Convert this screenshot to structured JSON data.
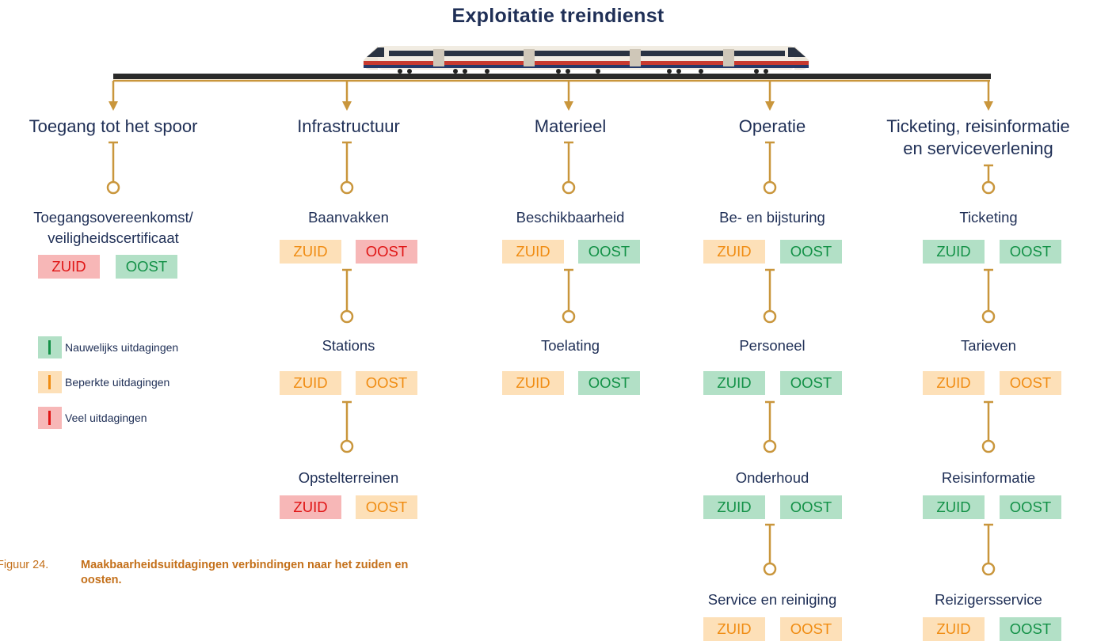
{
  "title": "Exploitatie treindienst",
  "colors": {
    "navy": "#1f2f56",
    "line": "#c9963c",
    "green_bg": "#b2e0c6",
    "green_fg": "#139147",
    "orange_bg": "#fde0b8",
    "orange_fg": "#f08c12",
    "red_bg": "#f7b7b7",
    "red_fg": "#e01515"
  },
  "columns": [
    {
      "heading": "Toegang tot het spoor",
      "items": [
        {
          "label": "Toegangsovereenkomst/\nveiligheidscertificaat",
          "zuid": "ZUID",
          "oost": "OOST",
          "zuid_level": "red",
          "oost_level": "green"
        }
      ]
    },
    {
      "heading": "Infrastructuur",
      "items": [
        {
          "label": "Baanvakken",
          "zuid": "ZUID",
          "oost": "OOST",
          "zuid_level": "orange",
          "oost_level": "red"
        },
        {
          "label": "Stations",
          "zuid": "ZUID",
          "oost": "OOST",
          "zuid_level": "orange",
          "oost_level": "orange"
        },
        {
          "label": "Opstelterreinen",
          "zuid": "ZUID",
          "oost": "OOST",
          "zuid_level": "red",
          "oost_level": "orange"
        }
      ]
    },
    {
      "heading": "Materieel",
      "items": [
        {
          "label": "Beschikbaarheid",
          "zuid": "ZUID",
          "oost": "OOST",
          "zuid_level": "orange",
          "oost_level": "green"
        },
        {
          "label": "Toelating",
          "zuid": "ZUID",
          "oost": "OOST",
          "zuid_level": "orange",
          "oost_level": "green"
        }
      ]
    },
    {
      "heading": "Operatie",
      "items": [
        {
          "label": "Be- en bijsturing",
          "zuid": "ZUID",
          "oost": "OOST",
          "zuid_level": "orange",
          "oost_level": "green"
        },
        {
          "label": "Personeel",
          "zuid": "ZUID",
          "oost": "OOST",
          "zuid_level": "green",
          "oost_level": "green"
        },
        {
          "label": "Onderhoud",
          "zuid": "ZUID",
          "oost": "OOST",
          "zuid_level": "green",
          "oost_level": "green"
        },
        {
          "label": "Service en reiniging",
          "zuid": "ZUID",
          "oost": "OOST",
          "zuid_level": "orange",
          "oost_level": "orange"
        }
      ]
    },
    {
      "heading": "Ticketing, reisinformatie\nen serviceverlening",
      "items": [
        {
          "label": "Ticketing",
          "zuid": "ZUID",
          "oost": "OOST",
          "zuid_level": "green",
          "oost_level": "green"
        },
        {
          "label": "Tarieven",
          "zuid": "ZUID",
          "oost": "OOST",
          "zuid_level": "orange",
          "oost_level": "orange"
        },
        {
          "label": "Reisinformatie",
          "zuid": "ZUID",
          "oost": "OOST",
          "zuid_level": "green",
          "oost_level": "green"
        },
        {
          "label": "Reizigersservice",
          "zuid": "ZUID",
          "oost": "OOST",
          "zuid_level": "orange",
          "oost_level": "green"
        }
      ]
    }
  ],
  "legend": [
    {
      "level": "green",
      "text": "Nauwelijks uitdagingen"
    },
    {
      "level": "orange",
      "text": "Beperkte uitdagingen"
    },
    {
      "level": "red",
      "text": "Veel uitdagingen"
    }
  ],
  "caption": {
    "prefix": "Figuur 24.",
    "text": "Maakbaarheidsuitdagingen verbindingen naar het zuiden en oosten."
  }
}
